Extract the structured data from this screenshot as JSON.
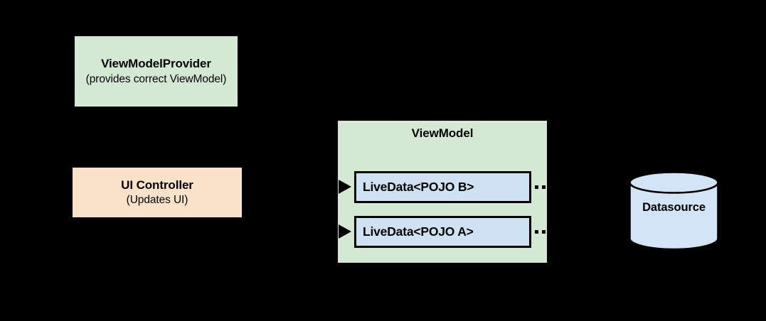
{
  "diagram": {
    "background_color": "#000000",
    "title_hidden": "",
    "nodes": {
      "viewmodel_provider": {
        "title": "ViewModelProvider",
        "subtitle": "(provides correct ViewModel)",
        "fill_color": "#d5e8d4"
      },
      "ui_controller": {
        "title": "UI Controller",
        "subtitle": "(Updates UI)",
        "fill_color": "#fae2ca"
      },
      "viewmodel": {
        "title": "ViewModel",
        "fill_color": "#d5e8d4"
      },
      "livedata_b": {
        "label": "LiveData<POJO B>",
        "fill_color": "#cfe2f3",
        "border_color": "#000000"
      },
      "livedata_a": {
        "label": "LiveData<POJO A>",
        "fill_color": "#cfe2f3",
        "border_color": "#000000"
      },
      "datasource": {
        "label": "Datasource",
        "fill_color": "#d4e4f7",
        "border_color": "#000000"
      }
    },
    "connectors": {
      "arrow_to_livedata_b": "arrowhead-right",
      "arrow_to_livedata_a": "arrowhead-right",
      "dashes_right_of_livedata_b": "dashed-segment",
      "dashes_right_of_livedata_a": "dashed-segment"
    }
  }
}
